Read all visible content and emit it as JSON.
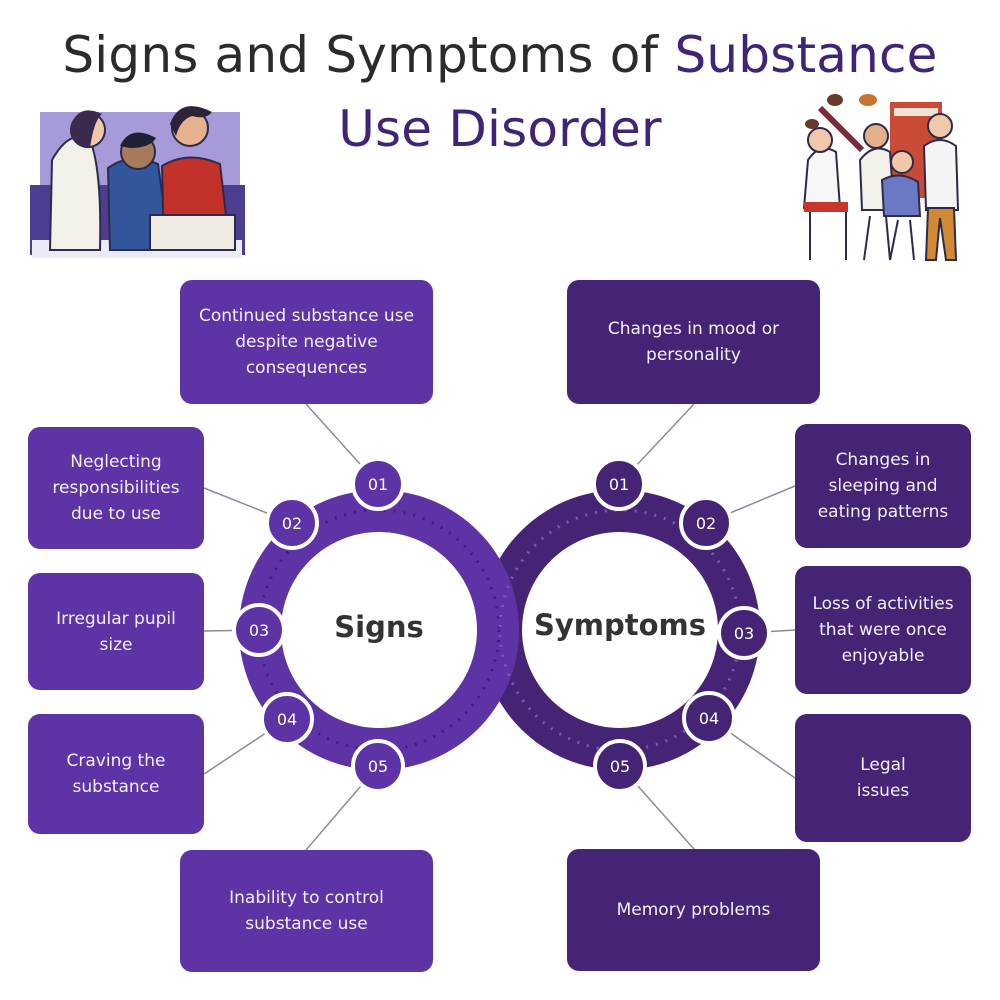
{
  "header": {
    "title_part1": "Signs and Symptoms of ",
    "title_part2": "Substance",
    "title_line2": "Use Disorder"
  },
  "colors": {
    "sign_box": "#5d33a6",
    "symptom_box": "#452475",
    "ring_left": "#5d33a6",
    "ring_right": "#452475",
    "title_accent": "#3f2478"
  },
  "signs": {
    "label": "Signs",
    "items": [
      {
        "num": "01",
        "text": "Continued substance use\ndespite negative\nconsequences"
      },
      {
        "num": "02",
        "text": "Neglecting\nresponsibilities\ndue to use"
      },
      {
        "num": "03",
        "text": "Irregular pupil\nsize"
      },
      {
        "num": "04",
        "text": "Craving the\nsubstance"
      },
      {
        "num": "05",
        "text": "Inability to control\nsubstance use"
      }
    ]
  },
  "symptoms": {
    "label": "Symptoms",
    "items": [
      {
        "num": "01",
        "text": "Changes in mood or\npersonality"
      },
      {
        "num": "02",
        "text": "Changes in\nsleeping and\neating patterns"
      },
      {
        "num": "03",
        "text": "Loss of activities\nthat were once\nenjoyable"
      },
      {
        "num": "04",
        "text": "Legal\nissues"
      },
      {
        "num": "05",
        "text": "Memory problems"
      }
    ]
  }
}
